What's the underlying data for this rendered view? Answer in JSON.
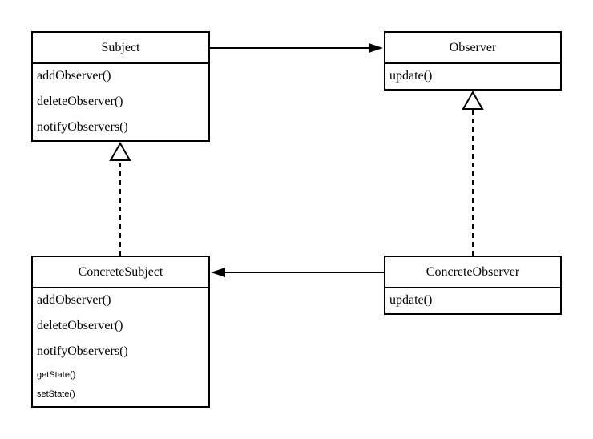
{
  "diagram": {
    "classes": {
      "subject": {
        "name": "Subject",
        "methods": [
          "addObserver()",
          "deleteObserver()",
          "notifyObservers()"
        ]
      },
      "observer": {
        "name": "Observer",
        "methods": [
          "update()"
        ]
      },
      "concrete_subject": {
        "name": "ConcreteSubject",
        "methods": [
          "addObserver()",
          "deleteObserver()",
          "notifyObservers()",
          "getState()",
          "setState()"
        ]
      },
      "concrete_observer": {
        "name": "ConcreteObserver",
        "methods": [
          "update()"
        ]
      }
    },
    "colors": {
      "line": "#000000",
      "background": "#ffffff"
    }
  }
}
